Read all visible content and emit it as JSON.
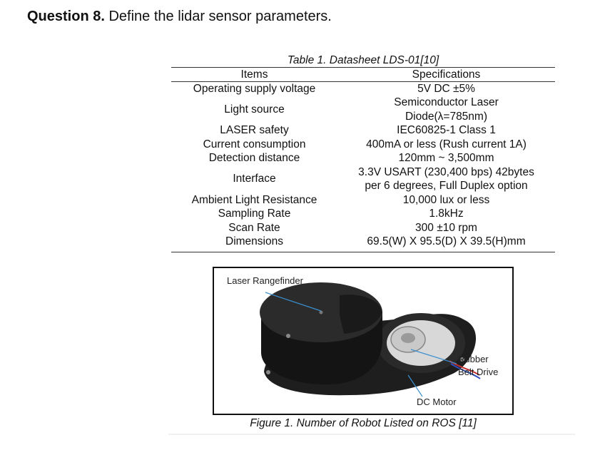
{
  "question": {
    "number": "Question 8.",
    "text": " Define the lidar sensor parameters."
  },
  "table": {
    "caption": "Table 1. Datasheet LDS-01[10]",
    "headers": [
      "Items",
      "Specifications"
    ],
    "rows": [
      {
        "item": "Operating supply voltage",
        "spec": [
          "5V DC ±5%"
        ]
      },
      {
        "item": "Light source",
        "spec": [
          "Semiconductor Laser",
          "Diode(λ=785nm)"
        ]
      },
      {
        "item": "LASER safety",
        "spec": [
          "IEC60825-1 Class 1"
        ]
      },
      {
        "item": "Current consumption",
        "spec": [
          "400mA or less (Rush current 1A)"
        ]
      },
      {
        "item": "Detection distance",
        "spec": [
          "120mm ~ 3,500mm"
        ]
      },
      {
        "item": "Interface",
        "spec": [
          "3.3V USART (230,400 bps) 42bytes",
          "per 6 degrees, Full Duplex option"
        ]
      },
      {
        "item": "Ambient Light Resistance",
        "spec": [
          "10,000 lux or less"
        ]
      },
      {
        "item": "Sampling Rate",
        "spec": [
          "1.8kHz"
        ]
      },
      {
        "item": "Scan Rate",
        "spec": [
          "300 ±10 rpm"
        ]
      },
      {
        "item": "Dimensions",
        "spec": [
          "69.5(W) X 95.5(D) X 39.5(H)mm"
        ]
      }
    ]
  },
  "figure": {
    "labels": {
      "laser": "Laser Rangefinder",
      "belt_1": "Rubber",
      "belt_2": "Belt Drive",
      "motor": "DC Motor"
    },
    "caption": "Figure 1. Number of Robot Listed on ROS [11]"
  }
}
